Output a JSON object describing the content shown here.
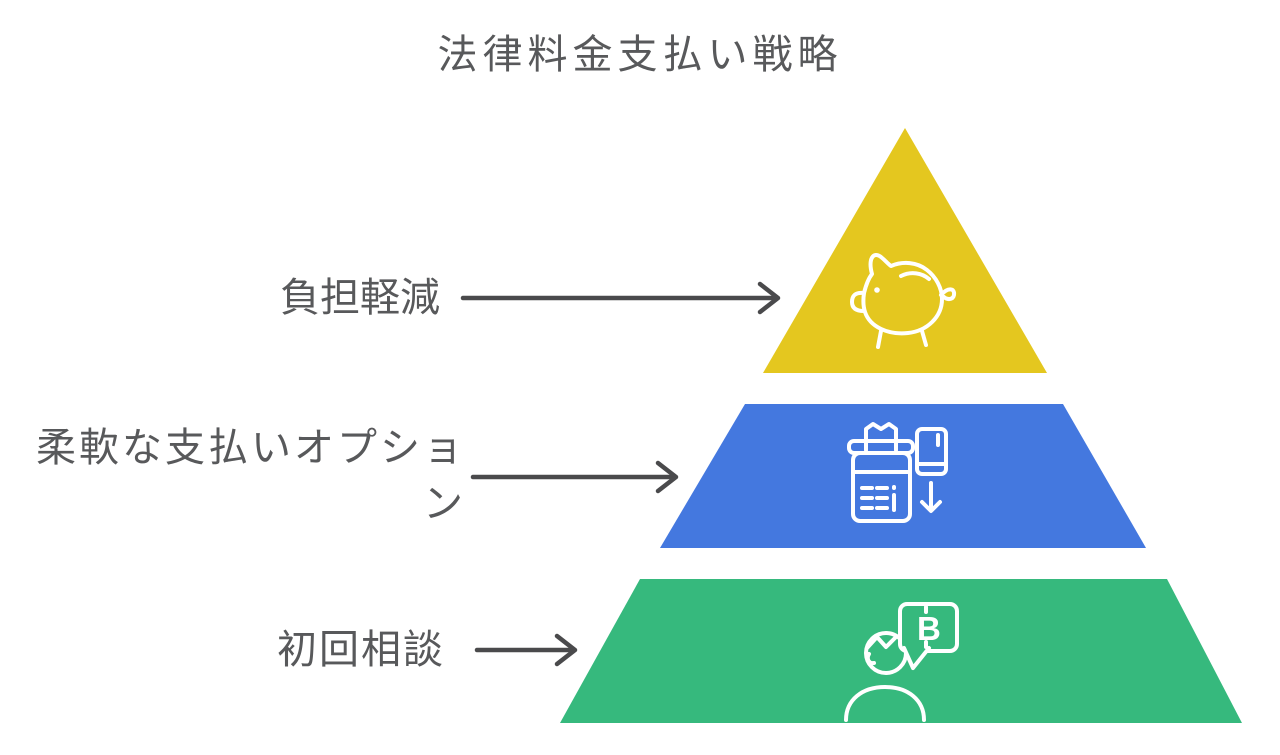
{
  "title": "法律料金支払い戦略",
  "colors": {
    "background": "#FFFFFF",
    "title_text": "#58595B",
    "label_text": "#58595B",
    "arrow": "#4A4A4C",
    "icon_stroke": "#FFFFFF",
    "tier_top": "#E4C71F",
    "tier_middle": "#4478DF",
    "tier_bottom": "#36B97D"
  },
  "tiers": [
    {
      "label": "負担軽減",
      "color": "#E4C71F",
      "icon": "piggy-bank-icon"
    },
    {
      "label": "柔軟な支払いオプション",
      "label_lines": [
        "柔軟な支払いオプショ",
        "ン"
      ],
      "color": "#4478DF",
      "icon": "payment-terminal-card-icon"
    },
    {
      "label": "初回相談",
      "color": "#36B97D",
      "icon": "consultation-bitcoin-icon"
    }
  ],
  "icons": {
    "bitcoin_symbol": "B"
  }
}
